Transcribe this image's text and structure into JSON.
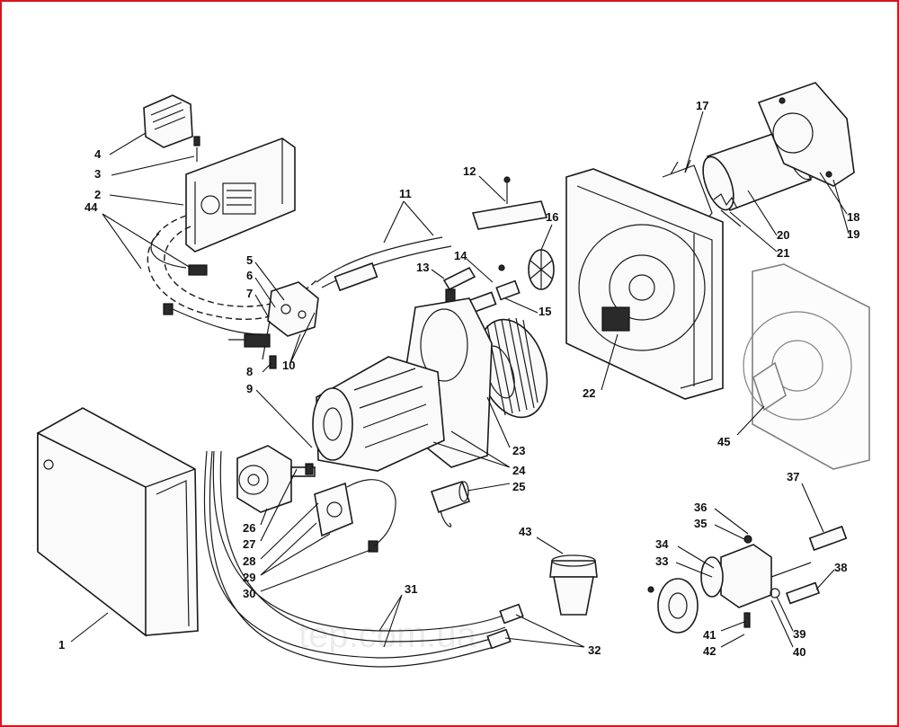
{
  "labels": [
    "1",
    "2",
    "3",
    "4",
    "5",
    "6",
    "7",
    "8",
    "9",
    "10",
    "11",
    "12",
    "13",
    "14",
    "15",
    "16",
    "17",
    "18",
    "19",
    "20",
    "21",
    "22",
    "23",
    "24",
    "25",
    "26",
    "27",
    "28",
    "29",
    "30",
    "31",
    "32",
    "33",
    "34",
    "35",
    "36",
    "37",
    "38",
    "39",
    "40",
    "41",
    "42",
    "43",
    "44",
    "45"
  ],
  "watermark": "tep.com.ua",
  "colors": {
    "frame": "#d8141f",
    "ink": "#1a1a1a",
    "paper": "#ffffff"
  }
}
